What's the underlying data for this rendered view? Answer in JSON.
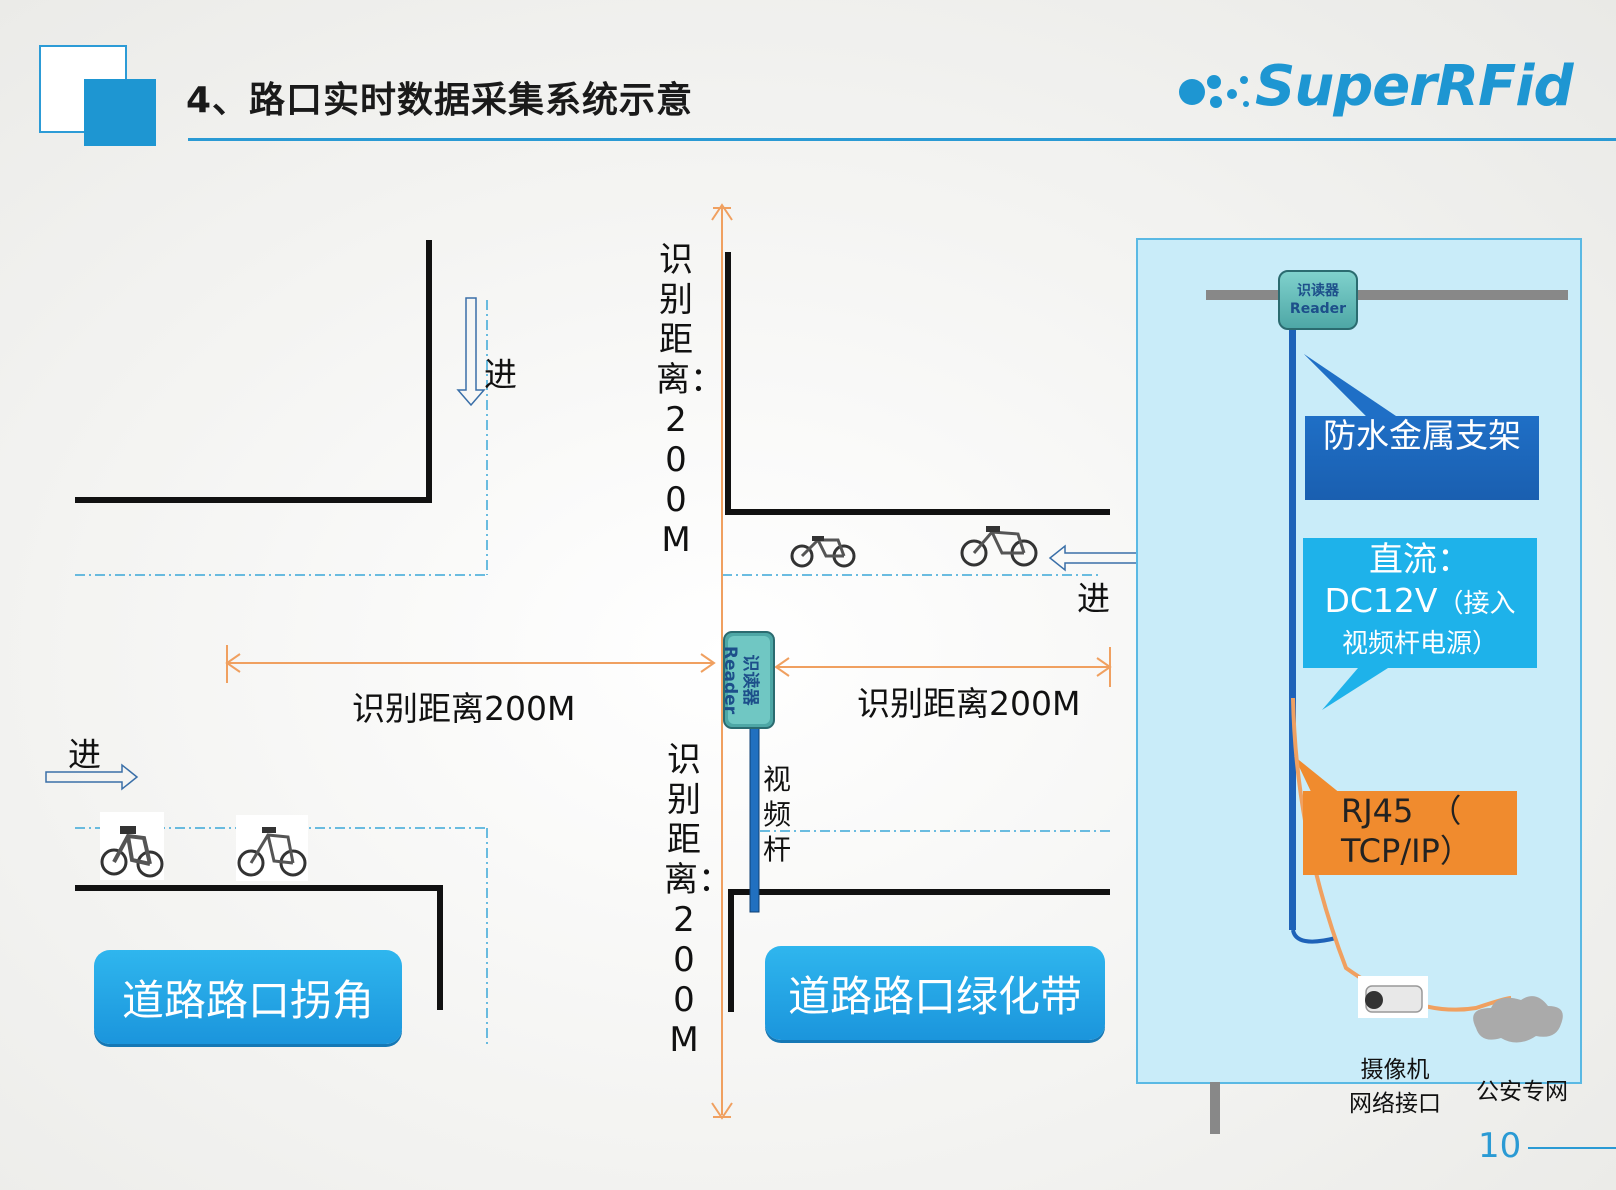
{
  "header": {
    "title": "4、路口实时数据采集系统示意",
    "logo": "SuperRFid"
  },
  "labels": {
    "enter": "进",
    "recognition_distance_h": "识别距离200M",
    "recognition_distance_v": "识别距离：200M",
    "video_pole": "视频杆",
    "reader_cn": "识读器",
    "reader_en": "Reader"
  },
  "buttons": {
    "corner": "道路路口拐角",
    "green_belt": "道路路口绿化带"
  },
  "panel": {
    "waterproof_bracket": "防水金属支架",
    "dc_line1": "直流：",
    "dc_line2a": "DC12V",
    "dc_line2b": "（接入",
    "dc_line3": "视频杆电源）",
    "rj45": "RJ45 （TCP/IP）",
    "rj45_line1": "RJ45　（",
    "rj45_line2": "TCP/IP）",
    "camera_line1": "摄像机",
    "camera_line2": "网络接口",
    "police_network": "公安专网"
  },
  "colors": {
    "accent": "#1e96d2",
    "orange_arrow": "#f0a060",
    "callout_blue": "#1f6fc6",
    "callout_cyan": "#1eb2ea",
    "callout_orange": "#f08b2e"
  },
  "page_number": "10"
}
